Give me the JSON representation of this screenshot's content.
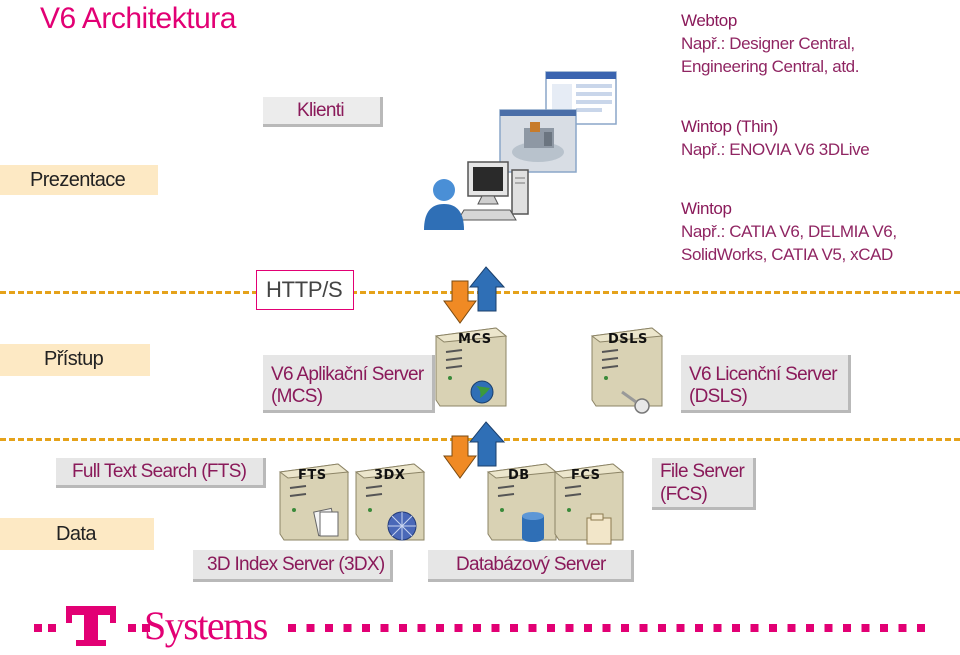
{
  "title": "V6 Architektura",
  "layers": {
    "presentation": "Prezentace",
    "access": "Přístup",
    "data": "Data"
  },
  "boxes": {
    "clients": "Klienti",
    "protocol": "HTTP/S",
    "app_server_line1": "V6 Aplikační Server",
    "app_server_line2": "(MCS)",
    "license_server_line1": "V6 Licenční Server",
    "license_server_line2": "(DSLS)",
    "fts": "Full Text  Search (FTS)",
    "file_server_line1": "File Server",
    "file_server_line2": "(FCS)",
    "index_server": "3D Index Server (3DX)",
    "db_server": "Databázový  Server"
  },
  "clients": [
    {
      "name": "Webtop",
      "example_line1": "Např.: Designer Central,",
      "example_line2": "Engineering Central, atd."
    },
    {
      "name": "Wintop (Thin)",
      "example_line1": "Např.: ENOVIA V6 3DLive",
      "example_line2": ""
    },
    {
      "name": "Wintop",
      "example_line1": "Např.: CATIA V6, DELMIA V6,",
      "example_line2": "SolidWorks, CATIA V5, xCAD"
    }
  ],
  "servers": {
    "mcs": "MCS",
    "dsls": "DSLS",
    "fts": "FTS",
    "dx": "3DX",
    "db": "DB",
    "fcs": "FCS"
  },
  "brand": {
    "name": "Systems",
    "letter": "T",
    "color": "#e20074"
  },
  "colors": {
    "accent": "#e20074",
    "band": "#fde9c4",
    "divider": "#e5a21a",
    "arrow_down": "#f08a24",
    "arrow_up": "#2f6fb6"
  }
}
